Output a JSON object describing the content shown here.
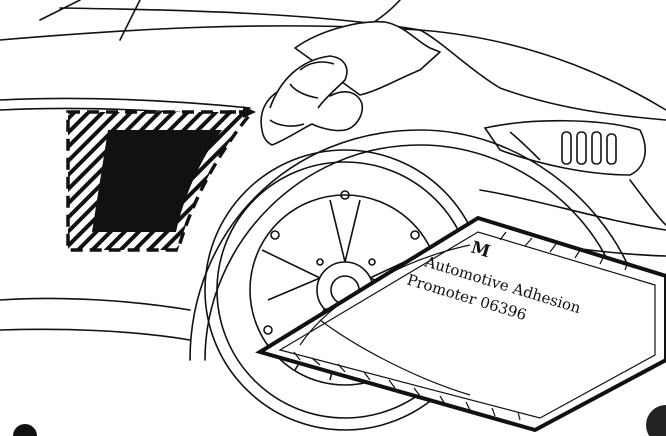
{
  "illustration": {
    "colors": {
      "line": "#111111",
      "paper": "#ffffff",
      "hatch": "#111111"
    },
    "package": {
      "logo": "M",
      "line1": "Automotive Adhesion",
      "line2": "Promoter 06396"
    },
    "icons": [
      "gloved-hand-with-wipe-icon",
      "dashed-arrow-icon",
      "car-fender-icon",
      "wheel-icon",
      "packet-icon"
    ]
  }
}
